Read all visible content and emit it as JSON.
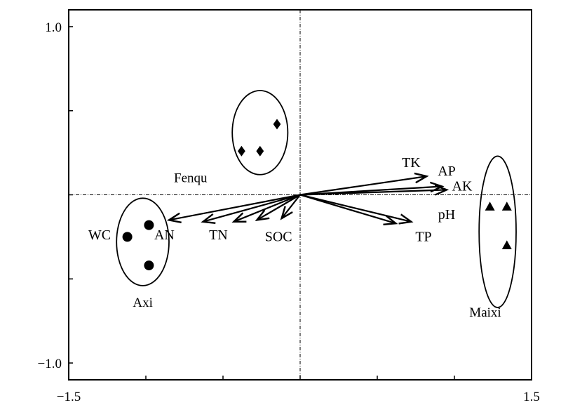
{
  "chart_data": {
    "type": "scatter",
    "title": "",
    "xlabel": "",
    "ylabel": "",
    "xlim": [
      -1.5,
      1.5
    ],
    "ylim": [
      -1.1,
      1.1
    ],
    "x_ticks": [
      -1.5,
      1.5
    ],
    "x_tick_labels": [
      "−1.5",
      "1.5"
    ],
    "y_ticks": [
      1.0,
      -1.0
    ],
    "y_tick_labels": [
      "1.0",
      "−1.0"
    ],
    "grid": false,
    "zero_lines": true,
    "groups": [
      {
        "name": "Fenqu",
        "marker": "diamond",
        "points": [
          [
            -0.15,
            0.42
          ],
          [
            -0.38,
            0.26
          ],
          [
            -0.26,
            0.26
          ]
        ],
        "ellipse": {
          "cx": -0.26,
          "cy": 0.37,
          "rx": 0.18,
          "ry": 0.25
        }
      },
      {
        "name": "Axi",
        "marker": "circle",
        "points": [
          [
            -1.12,
            -0.25
          ],
          [
            -0.98,
            -0.18
          ],
          [
            -0.98,
            -0.42
          ]
        ],
        "ellipse": {
          "cx": -1.02,
          "cy": -0.28,
          "rx": 0.17,
          "ry": 0.26
        }
      },
      {
        "name": "Maixi",
        "marker": "triangle",
        "points": [
          [
            1.23,
            -0.07
          ],
          [
            1.34,
            -0.07
          ],
          [
            1.34,
            -0.3
          ]
        ],
        "ellipse": {
          "cx": 1.28,
          "cy": -0.22,
          "rx": 0.12,
          "ry": 0.45
        }
      }
    ],
    "vectors": [
      {
        "name": "TK",
        "x": 0.8,
        "y": 0.09
      },
      {
        "name": "AP",
        "x": 0.88,
        "y": 0.06
      },
      {
        "name": "AK",
        "x": 0.95,
        "y": 0.03
      },
      {
        "name": "pH",
        "x": 0.9,
        "y": -0.15
      },
      {
        "name": "TP",
        "x": 0.82,
        "y": -0.17
      },
      {
        "name": "WC",
        "x": -1.12,
        "y": -0.16
      },
      {
        "name": "AN",
        "x": -0.93,
        "y": -0.17
      },
      {
        "name": "TN",
        "x": -0.72,
        "y": -0.17
      },
      {
        "name": "SOC",
        "x": -0.48,
        "y": -0.17
      },
      {
        "name": "",
        "x": -0.2,
        "y": -0.18
      }
    ],
    "arrow_tips": [
      {
        "x": 0.82,
        "y": 0.11
      },
      {
        "x": 0.92,
        "y": 0.05
      },
      {
        "x": 0.95,
        "y": 0.03
      },
      {
        "x": 0.72,
        "y": -0.16
      },
      {
        "x": 0.62,
        "y": -0.17
      },
      {
        "x": -0.85,
        "y": -0.15
      },
      {
        "x": -0.63,
        "y": -0.16
      },
      {
        "x": -0.43,
        "y": -0.16
      },
      {
        "x": -0.28,
        "y": -0.15
      },
      {
        "x": -0.12,
        "y": -0.14
      }
    ]
  }
}
